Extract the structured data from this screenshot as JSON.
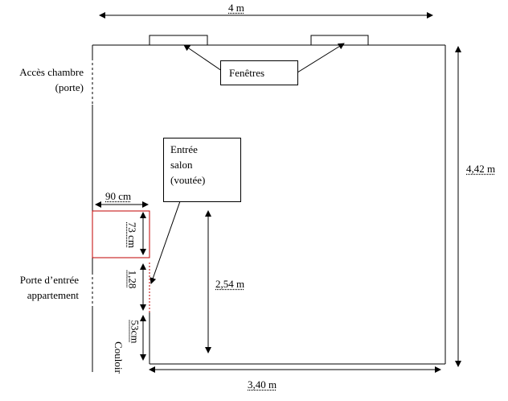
{
  "plan": {
    "dim_width_total": "4 m",
    "dim_height": "4,42 m",
    "dim_bottom": "3,40 m",
    "dim_center": "2,54 m",
    "dim_bay_width": "90 cm",
    "dim_bay_depth": "73 cm",
    "dim_door": "1,28",
    "dim_corridor": "53cm",
    "label_corridor": "Couloir",
    "label_windows": "Fenêtres",
    "label_room_access_line1": "Accès chambre",
    "label_room_access_line2": "(porte)",
    "label_entry_door_line1": "Porte d’entrée",
    "label_entry_door_line2": "appartement",
    "label_living_line1": "Entrée",
    "label_living_line2": "salon",
    "label_living_line3": "(voutée)",
    "colors": {
      "stroke": "#000000",
      "accent": "#c00000"
    }
  }
}
